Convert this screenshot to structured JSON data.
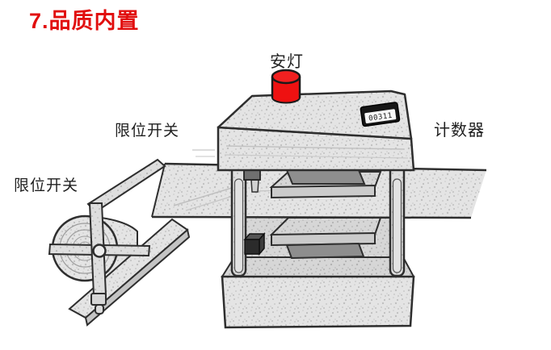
{
  "title": "7.品质内置",
  "labels": {
    "andon": "安灯",
    "limit_switch_upper": "限位开关",
    "limit_switch_lower": "限位开关",
    "counter": "计数器"
  },
  "machine": {
    "counter_display": "00311"
  },
  "colors": {
    "title_red": "#e10e0e",
    "andon_red": "#ee1111",
    "sketch_outline": "#2e2e2e",
    "die_dark_gray": "#8e8e8e",
    "background": "#ffffff"
  }
}
